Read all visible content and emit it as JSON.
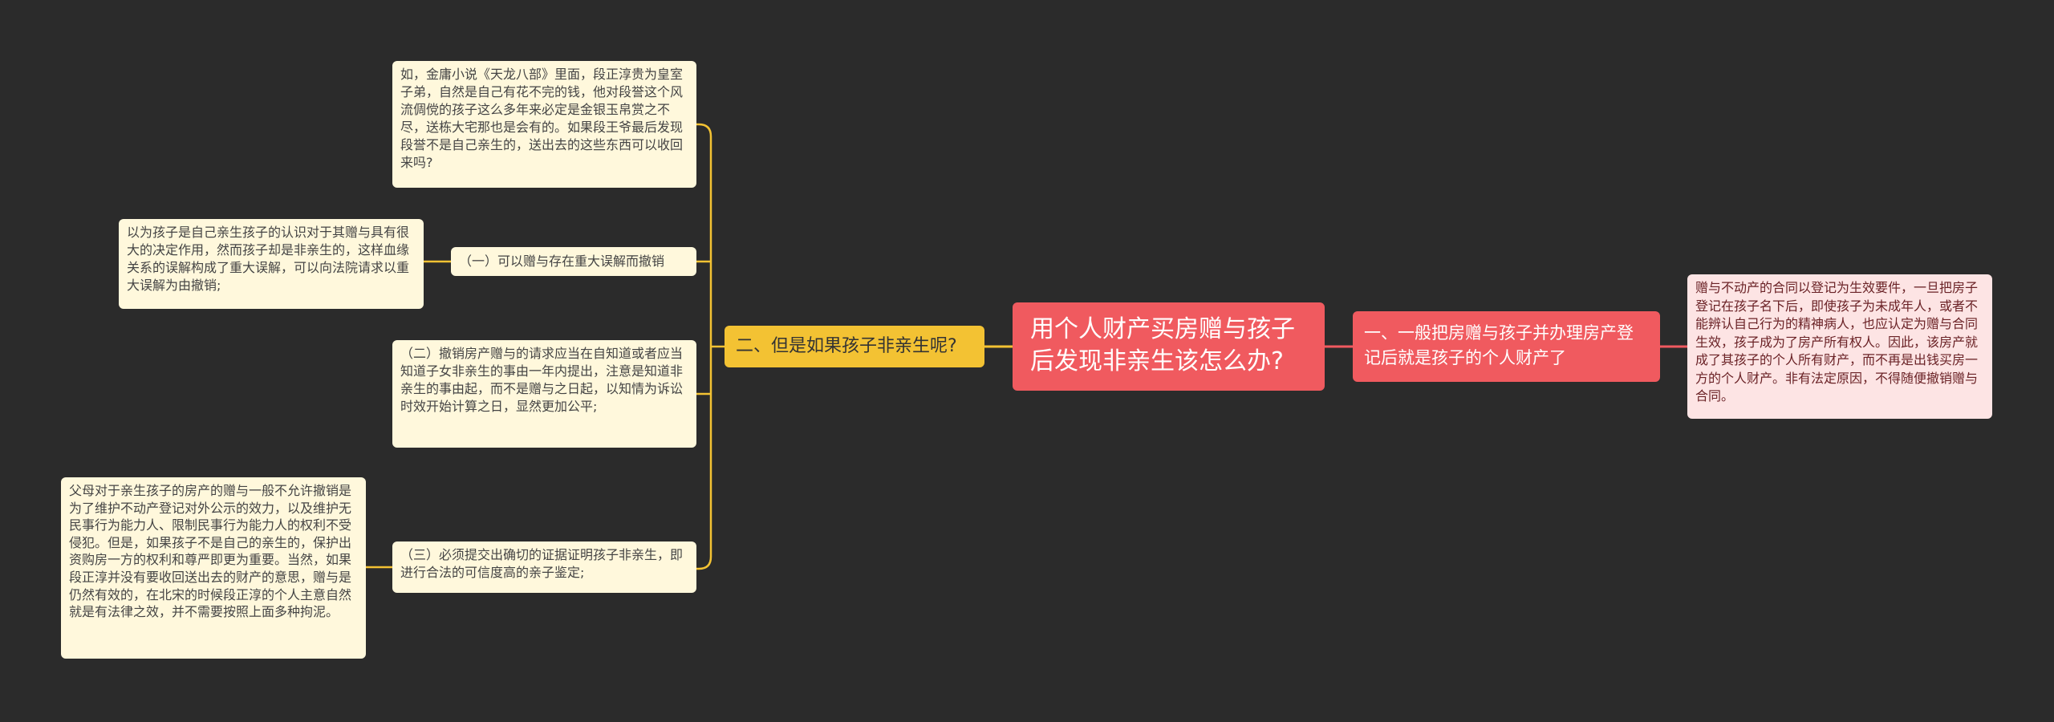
{
  "colors": {
    "background": "#2b2b2b",
    "root": "#f05a5f",
    "left_branch": "#f3c233",
    "right_branch": "#f05a5f",
    "left_leaf": "#fff8dc",
    "right_leaf": "#fde4e4",
    "left_connector": "#f3c233",
    "right_connector": "#f05a5f"
  },
  "root": {
    "text": "用个人财产买房赠与孩子后发现非亲生该怎么办?"
  },
  "left_branch": {
    "text": "二、但是如果孩子非亲生呢?",
    "children": {
      "example": "如，金庸小说《天龙八部》里面，段正淳贵为皇室子弟，自然是自己有花不完的钱，他对段誉这个风流倜傥的孩子这么多年来必定是金银玉帛赏之不尽，送栋大宅那也是会有的。如果段王爷最后发现段誉不是自己亲生的，送出去的这些东西可以收回来吗?",
      "point1": {
        "text": "（一）可以赠与存在重大误解而撤销",
        "detail": "以为孩子是自己亲生孩子的认识对于其赠与具有很大的决定作用，然而孩子却是非亲生的，这样血缘关系的误解构成了重大误解，可以向法院请求以重大误解为由撤销;"
      },
      "point2": {
        "text": "（二）撤销房产赠与的请求应当在自知道或者应当知道子女非亲生的事由一年内提出，注意是知道非亲生的事由起，而不是赠与之日起，以知情为诉讼时效开始计算之日，显然更加公平;"
      },
      "point3": {
        "text": "（三）必须提交出确切的证据证明孩子非亲生，即进行合法的可信度高的亲子鉴定;",
        "detail": "父母对于亲生孩子的房产的赠与一般不允许撤销是为了维护不动产登记对外公示的效力，以及维护无民事行为能力人、限制民事行为能力人的权利不受侵犯。但是，如果孩子不是自己的亲生的，保护出资购房一方的权利和尊严即更为重要。当然，如果段正淳并没有要收回送出去的财产的意思，赠与是仍然有效的，在北宋的时候段正淳的个人主意自然就是有法律之效，并不需要按照上面多种拘泥。"
      }
    }
  },
  "right_branch": {
    "text": "一、一般把房赠与孩子并办理房产登记后就是孩子的个人财产了",
    "detail": "赠与不动产的合同以登记为生效要件，一旦把房子登记在孩子名下后，即使孩子为未成年人，或者不能辨认自己行为的精神病人，也应认定为赠与合同生效，孩子成为了房产所有权人。因此，该房产就成了其孩子的个人所有财产，而不再是出钱买房一方的个人财产。非有法定原因，不得随便撤销赠与合同。"
  }
}
